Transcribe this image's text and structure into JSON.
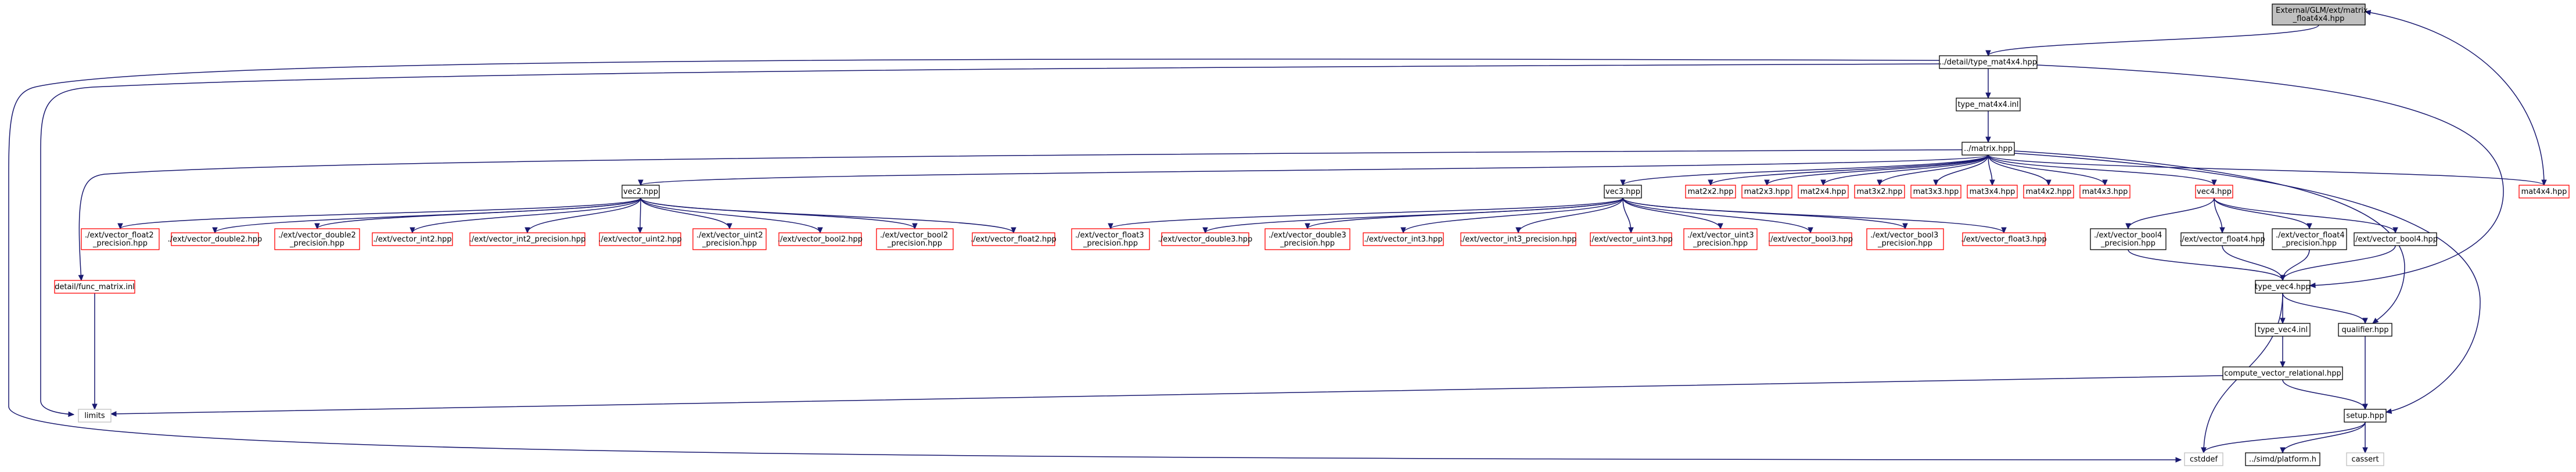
{
  "colors": {
    "edge": "#191970",
    "node_border_default": "#000000",
    "node_border_missing": "#ff0000",
    "node_border_system": "#bfbfbf",
    "root_fill": "#bfbfbf",
    "node_fill": "#ffffff"
  },
  "nodes": [
    {
      "id": "root",
      "lines": [
        "External/GLM/ext/matrix",
        "_float4x4.hpp"
      ],
      "kind": "root"
    },
    {
      "id": "type_mat4x4_hpp",
      "lines": [
        "../detail/type_mat4x4.hpp"
      ],
      "kind": "default"
    },
    {
      "id": "type_mat4x4_inl",
      "lines": [
        "type_mat4x4.inl"
      ],
      "kind": "default"
    },
    {
      "id": "matrix_hpp",
      "lines": [
        "../matrix.hpp"
      ],
      "kind": "default"
    },
    {
      "id": "func_matrix_inl",
      "lines": [
        "detail/func_matrix.inl"
      ],
      "kind": "missing"
    },
    {
      "id": "limits",
      "lines": [
        "limits"
      ],
      "kind": "system"
    },
    {
      "id": "vec2_hpp",
      "lines": [
        "vec2.hpp"
      ],
      "kind": "default"
    },
    {
      "id": "vec3_hpp",
      "lines": [
        "vec3.hpp"
      ],
      "kind": "default"
    },
    {
      "id": "vec4_hpp",
      "lines": [
        "vec4.hpp"
      ],
      "kind": "missing"
    },
    {
      "id": "mat2x2",
      "lines": [
        "mat2x2.hpp"
      ],
      "kind": "missing"
    },
    {
      "id": "mat2x3",
      "lines": [
        "mat2x3.hpp"
      ],
      "kind": "missing"
    },
    {
      "id": "mat2x4",
      "lines": [
        "mat2x4.hpp"
      ],
      "kind": "missing"
    },
    {
      "id": "mat3x2",
      "lines": [
        "mat3x2.hpp"
      ],
      "kind": "missing"
    },
    {
      "id": "mat3x3",
      "lines": [
        "mat3x3.hpp"
      ],
      "kind": "missing"
    },
    {
      "id": "mat3x4",
      "lines": [
        "mat3x4.hpp"
      ],
      "kind": "missing"
    },
    {
      "id": "mat4x2",
      "lines": [
        "mat4x2.hpp"
      ],
      "kind": "missing"
    },
    {
      "id": "mat4x3",
      "lines": [
        "mat4x3.hpp"
      ],
      "kind": "missing"
    },
    {
      "id": "mat4x4",
      "lines": [
        "mat4x4.hpp"
      ],
      "kind": "missing"
    },
    {
      "id": "v2_float2_prec",
      "lines": [
        "./ext/vector_float2",
        "_precision.hpp"
      ],
      "kind": "missing"
    },
    {
      "id": "v2_double2",
      "lines": [
        "./ext/vector_double2.hpp"
      ],
      "kind": "missing"
    },
    {
      "id": "v2_double2_prec",
      "lines": [
        "./ext/vector_double2",
        "_precision.hpp"
      ],
      "kind": "missing"
    },
    {
      "id": "v2_int2",
      "lines": [
        "./ext/vector_int2.hpp"
      ],
      "kind": "missing"
    },
    {
      "id": "v2_int2_prec",
      "lines": [
        "./ext/vector_int2_precision.hpp"
      ],
      "kind": "missing"
    },
    {
      "id": "v2_uint2",
      "lines": [
        "./ext/vector_uint2.hpp"
      ],
      "kind": "missing"
    },
    {
      "id": "v2_uint2_prec",
      "lines": [
        "./ext/vector_uint2",
        "_precision.hpp"
      ],
      "kind": "missing"
    },
    {
      "id": "v2_bool2",
      "lines": [
        "./ext/vector_bool2.hpp"
      ],
      "kind": "missing"
    },
    {
      "id": "v2_bool2_prec",
      "lines": [
        "./ext/vector_bool2",
        "_precision.hpp"
      ],
      "kind": "missing"
    },
    {
      "id": "v2_float2",
      "lines": [
        "./ext/vector_float2.hpp"
      ],
      "kind": "missing"
    },
    {
      "id": "v3_float3_prec",
      "lines": [
        "./ext/vector_float3",
        "_precision.hpp"
      ],
      "kind": "missing"
    },
    {
      "id": "v3_double3",
      "lines": [
        "./ext/vector_double3.hpp"
      ],
      "kind": "missing"
    },
    {
      "id": "v3_double3_prec",
      "lines": [
        "./ext/vector_double3",
        "_precision.hpp"
      ],
      "kind": "missing"
    },
    {
      "id": "v3_int3",
      "lines": [
        "./ext/vector_int3.hpp"
      ],
      "kind": "missing"
    },
    {
      "id": "v3_int3_prec",
      "lines": [
        "./ext/vector_int3_precision.hpp"
      ],
      "kind": "missing"
    },
    {
      "id": "v3_uint3",
      "lines": [
        "./ext/vector_uint3.hpp"
      ],
      "kind": "missing"
    },
    {
      "id": "v3_uint3_prec",
      "lines": [
        "./ext/vector_uint3",
        "_precision.hpp"
      ],
      "kind": "missing"
    },
    {
      "id": "v3_bool3",
      "lines": [
        "./ext/vector_bool3.hpp"
      ],
      "kind": "missing"
    },
    {
      "id": "v3_bool3_prec",
      "lines": [
        "./ext/vector_bool3",
        "_precision.hpp"
      ],
      "kind": "missing"
    },
    {
      "id": "v3_float3",
      "lines": [
        "./ext/vector_float3.hpp"
      ],
      "kind": "missing"
    },
    {
      "id": "v4_bool4_prec",
      "lines": [
        "./ext/vector_bool4",
        "_precision.hpp"
      ],
      "kind": "default"
    },
    {
      "id": "v4_float4",
      "lines": [
        "./ext/vector_float4.hpp"
      ],
      "kind": "default"
    },
    {
      "id": "v4_float4_prec",
      "lines": [
        "./ext/vector_float4",
        "_precision.hpp"
      ],
      "kind": "default"
    },
    {
      "id": "v4_bool4",
      "lines": [
        "./ext/vector_bool4.hpp"
      ],
      "kind": "default"
    },
    {
      "id": "type_vec4_hpp",
      "lines": [
        "type_vec4.hpp"
      ],
      "kind": "default"
    },
    {
      "id": "type_vec4_inl",
      "lines": [
        "type_vec4.inl"
      ],
      "kind": "default"
    },
    {
      "id": "qualifier_hpp",
      "lines": [
        "qualifier.hpp"
      ],
      "kind": "default"
    },
    {
      "id": "compute_vr",
      "lines": [
        "compute_vector_relational.hpp"
      ],
      "kind": "default"
    },
    {
      "id": "setup_hpp",
      "lines": [
        "setup.hpp"
      ],
      "kind": "default"
    },
    {
      "id": "cstddef",
      "lines": [
        "cstddef"
      ],
      "kind": "system"
    },
    {
      "id": "platform_h",
      "lines": [
        "../simd/platform.h"
      ],
      "kind": "default"
    },
    {
      "id": "cassert",
      "lines": [
        "cassert"
      ],
      "kind": "system"
    }
  ],
  "edges": [
    {
      "from": "root",
      "to": "type_mat4x4_hpp"
    },
    {
      "from": "type_mat4x4_hpp",
      "to": "type_mat4x4_inl"
    },
    {
      "from": "type_mat4x4_hpp",
      "to": "limits"
    },
    {
      "from": "type_mat4x4_hpp",
      "to": "cstddef"
    },
    {
      "from": "type_mat4x4_hpp",
      "to": "type_vec4_hpp"
    },
    {
      "from": "type_mat4x4_inl",
      "to": "matrix_hpp"
    },
    {
      "from": "matrix_hpp",
      "to": "func_matrix_inl"
    },
    {
      "from": "matrix_hpp",
      "to": "vec2_hpp"
    },
    {
      "from": "matrix_hpp",
      "to": "vec3_hpp"
    },
    {
      "from": "matrix_hpp",
      "to": "vec4_hpp"
    },
    {
      "from": "matrix_hpp",
      "to": "mat2x2"
    },
    {
      "from": "matrix_hpp",
      "to": "mat2x3"
    },
    {
      "from": "matrix_hpp",
      "to": "mat2x4"
    },
    {
      "from": "matrix_hpp",
      "to": "mat3x2"
    },
    {
      "from": "matrix_hpp",
      "to": "mat3x3"
    },
    {
      "from": "matrix_hpp",
      "to": "mat3x4"
    },
    {
      "from": "matrix_hpp",
      "to": "mat4x2"
    },
    {
      "from": "matrix_hpp",
      "to": "mat4x3"
    },
    {
      "from": "matrix_hpp",
      "to": "mat4x4"
    },
    {
      "from": "matrix_hpp",
      "to": "qualifier_hpp"
    },
    {
      "from": "matrix_hpp",
      "to": "setup_hpp"
    },
    {
      "from": "mat4x4",
      "to": "root"
    },
    {
      "from": "func_matrix_inl",
      "to": "limits"
    },
    {
      "from": "vec2_hpp",
      "to": "v2_float2_prec"
    },
    {
      "from": "vec2_hpp",
      "to": "v2_double2"
    },
    {
      "from": "vec2_hpp",
      "to": "v2_double2_prec"
    },
    {
      "from": "vec2_hpp",
      "to": "v2_int2"
    },
    {
      "from": "vec2_hpp",
      "to": "v2_int2_prec"
    },
    {
      "from": "vec2_hpp",
      "to": "v2_uint2"
    },
    {
      "from": "vec2_hpp",
      "to": "v2_uint2_prec"
    },
    {
      "from": "vec2_hpp",
      "to": "v2_bool2"
    },
    {
      "from": "vec2_hpp",
      "to": "v2_bool2_prec"
    },
    {
      "from": "vec2_hpp",
      "to": "v2_float2"
    },
    {
      "from": "vec3_hpp",
      "to": "v3_float3_prec"
    },
    {
      "from": "vec3_hpp",
      "to": "v3_double3"
    },
    {
      "from": "vec3_hpp",
      "to": "v3_double3_prec"
    },
    {
      "from": "vec3_hpp",
      "to": "v3_int3"
    },
    {
      "from": "vec3_hpp",
      "to": "v3_int3_prec"
    },
    {
      "from": "vec3_hpp",
      "to": "v3_uint3"
    },
    {
      "from": "vec3_hpp",
      "to": "v3_uint3_prec"
    },
    {
      "from": "vec3_hpp",
      "to": "v3_bool3"
    },
    {
      "from": "vec3_hpp",
      "to": "v3_bool3_prec"
    },
    {
      "from": "vec3_hpp",
      "to": "v3_float3"
    },
    {
      "from": "vec4_hpp",
      "to": "v4_bool4_prec"
    },
    {
      "from": "vec4_hpp",
      "to": "v4_float4"
    },
    {
      "from": "vec4_hpp",
      "to": "v4_float4_prec"
    },
    {
      "from": "vec4_hpp",
      "to": "v4_bool4"
    },
    {
      "from": "v4_bool4_prec",
      "to": "type_vec4_hpp"
    },
    {
      "from": "v4_float4",
      "to": "type_vec4_hpp"
    },
    {
      "from": "v4_float4_prec",
      "to": "type_vec4_hpp"
    },
    {
      "from": "v4_bool4",
      "to": "type_vec4_hpp"
    },
    {
      "from": "type_vec4_hpp",
      "to": "type_vec4_inl"
    },
    {
      "from": "type_vec4_hpp",
      "to": "qualifier_hpp"
    },
    {
      "from": "type_vec4_hpp",
      "to": "cstddef"
    },
    {
      "from": "type_vec4_inl",
      "to": "compute_vr"
    },
    {
      "from": "qualifier_hpp",
      "to": "setup_hpp"
    },
    {
      "from": "compute_vr",
      "to": "setup_hpp"
    },
    {
      "from": "compute_vr",
      "to": "limits"
    },
    {
      "from": "setup_hpp",
      "to": "cstddef"
    },
    {
      "from": "setup_hpp",
      "to": "platform_h"
    },
    {
      "from": "setup_hpp",
      "to": "cassert"
    }
  ]
}
